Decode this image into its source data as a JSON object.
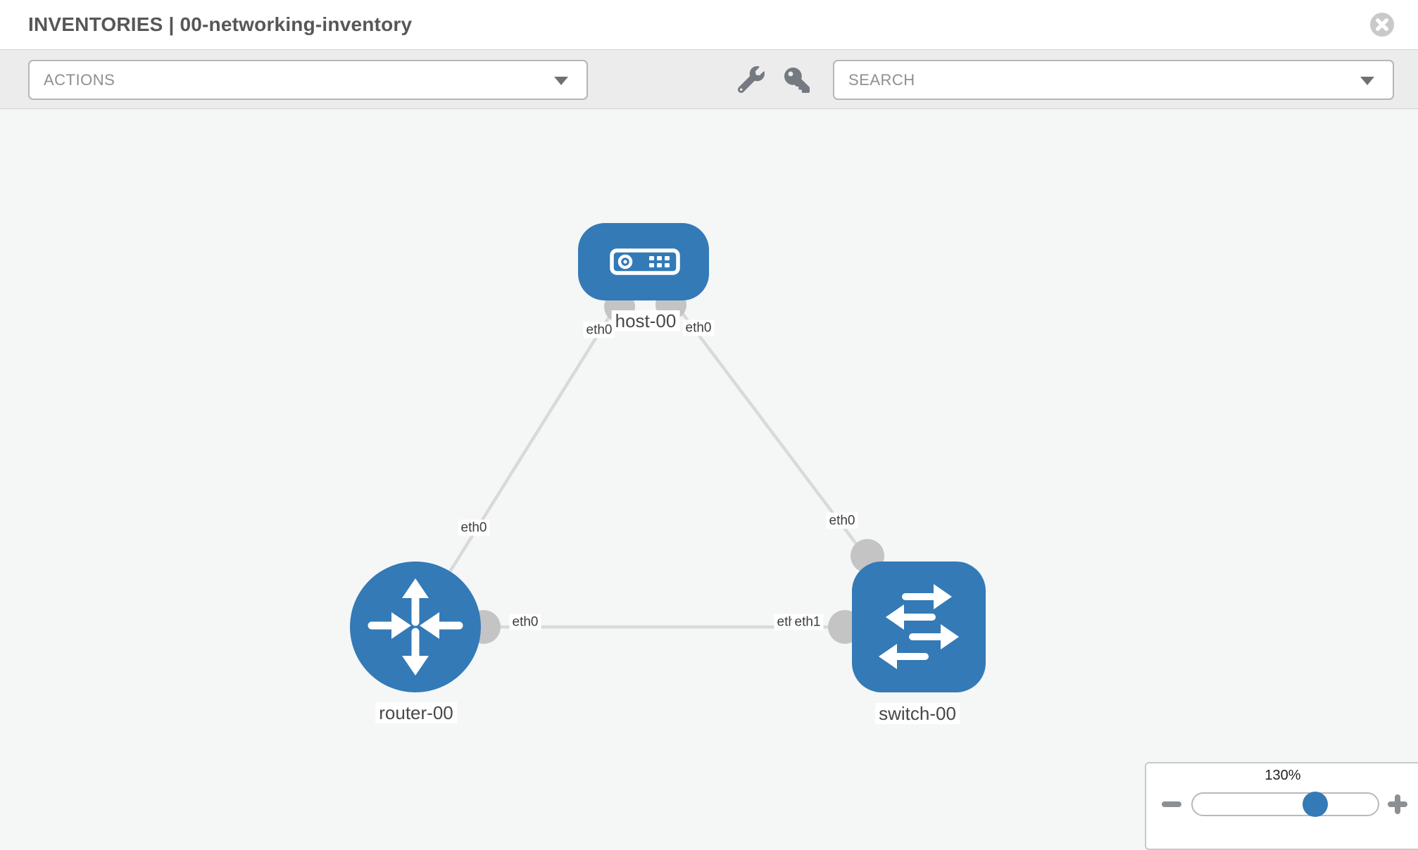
{
  "header": {
    "title": "INVENTORIES | 00-networking-inventory"
  },
  "toolbar": {
    "actions_label": "ACTIONS",
    "search_label": "SEARCH",
    "icons": [
      "wrench-icon",
      "key-icon"
    ]
  },
  "topology": {
    "nodes": [
      {
        "name": "host-00",
        "type": "host"
      },
      {
        "name": "router-00",
        "type": "router"
      },
      {
        "name": "switch-00",
        "type": "switch"
      }
    ],
    "links": [
      {
        "source": "host-00",
        "source_interface": "eth0",
        "target": "router-00",
        "target_interface": "eth0"
      },
      {
        "source": "host-00",
        "source_interface": "eth0",
        "target": "switch-00",
        "target_interface": "eth0"
      },
      {
        "source": "router-00",
        "source_interface": "eth0",
        "target": "switch-00",
        "target_interface": "eth1"
      }
    ],
    "labels": {
      "host": "host-00",
      "router": "router-00",
      "switch": "switch-00",
      "host_router_src": "eth0",
      "host_router_dst": "eth0",
      "host_switch_src": "eth0",
      "host_switch_dst": "eth0",
      "router_switch_src": "eth0",
      "router_switch_dst_back": "eth0",
      "router_switch_dst_front": "eth1"
    }
  },
  "zoom": {
    "level": "130%"
  },
  "colors": {
    "node_fill": "#337ab7",
    "edge": "#d9d9d9",
    "interface_circle": "#c4c4c4",
    "accent": "#337ab7",
    "toolbar_bg": "#ececec",
    "canvas_bg": "#f5f6f6"
  }
}
